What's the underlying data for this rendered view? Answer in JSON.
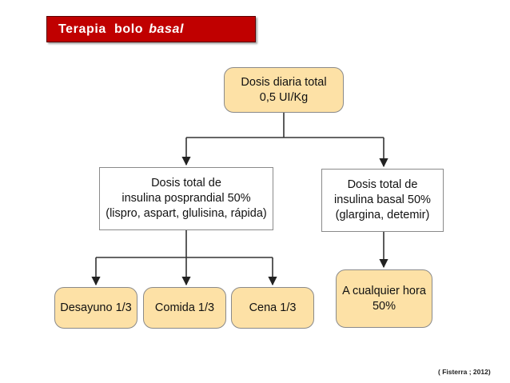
{
  "title": {
    "text": "Terapia  bolo",
    "emphasis": "basal"
  },
  "nodes": {
    "total": [
      "Dosis diaria total",
      "0,5 UI/Kg"
    ],
    "prandial": [
      "Dosis total de",
      "insulina posprandial 50%",
      "(lispro, aspart, glulisina, rápida)"
    ],
    "basal": [
      "Dosis total de",
      "insulina basal 50%",
      "(glargina, detemir)"
    ],
    "desayuno": "Desayuno 1/3",
    "comida": "Comida 1/3",
    "cena": "Cena 1/3",
    "cualquier": [
      "A cualquier hora",
      "50%"
    ]
  },
  "citation": "( Fisterra ; 2012)",
  "colors": {
    "banner": "#c00000",
    "box_fill": "#fde1a6",
    "border": "#8a8a8a"
  }
}
